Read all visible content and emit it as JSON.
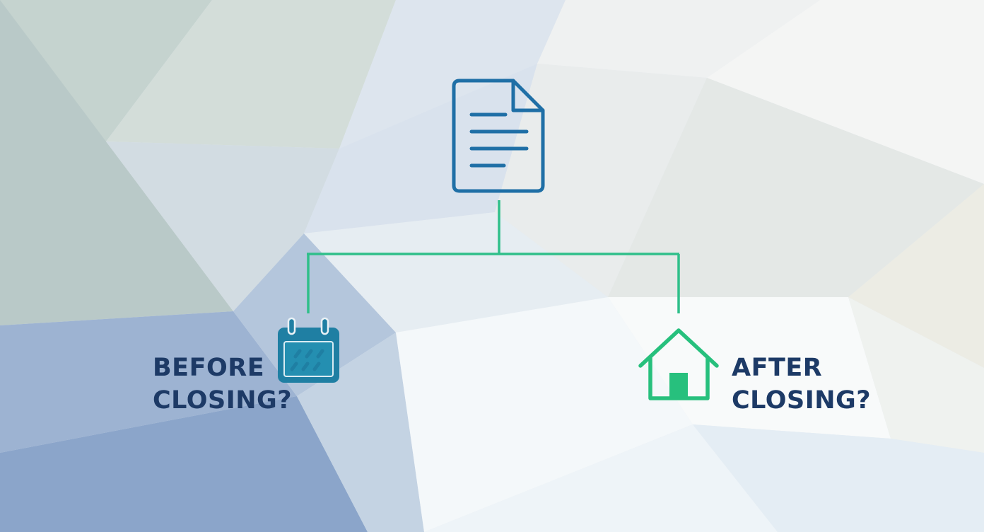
{
  "background": {
    "colors": [
      "#eef2f6",
      "#c9d9ea",
      "#8fa9cc",
      "#f7f9fa"
    ]
  },
  "colors": {
    "connector": "#2fbf8a",
    "document_icon": "#1f6fa6",
    "calendar_icon": "#1f7fa3",
    "house_icon": "#27c07d",
    "label_text": "#1d3a66"
  },
  "root": {
    "icon": "document-icon"
  },
  "branches": [
    {
      "icon": "calendar-icon",
      "label_lines": [
        "BEFORE",
        "CLOSING?"
      ]
    },
    {
      "icon": "house-icon",
      "label_lines": [
        "AFTER",
        "CLOSING?"
      ]
    }
  ]
}
